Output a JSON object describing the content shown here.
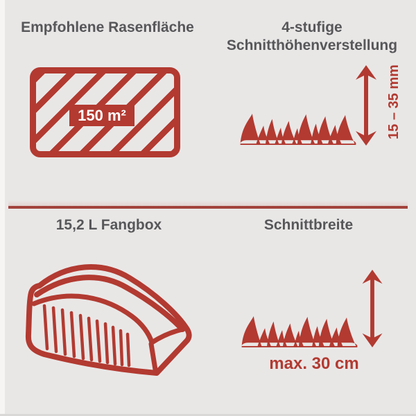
{
  "colors": {
    "red": "#b23a31",
    "divider_red": "#a2423c",
    "heading_gray": "#57575a",
    "background": "#e9e7e6",
    "label_text": "#ffffff"
  },
  "icons": {
    "lawn_area": "hatched-area-icon",
    "grass": "grass-icon",
    "height_arrow": "double-arrow-vertical-icon",
    "catch_box": "grass-catcher-box-icon",
    "width_arrow": "double-arrow-vertical-icon"
  },
  "panels": {
    "lawn_area": {
      "title": "Empfohlene Rasenfläche",
      "area_label": "150 m²"
    },
    "cutting_height": {
      "title_line1": "4-stufige",
      "title_line2": "Schnitthöhenverstellung",
      "range_label": "15 – 35 mm"
    },
    "catch_box": {
      "title": "15,2 L Fangbox"
    },
    "cutting_width": {
      "title": "Schnittbreite",
      "max_label": "max. 30 cm"
    }
  }
}
